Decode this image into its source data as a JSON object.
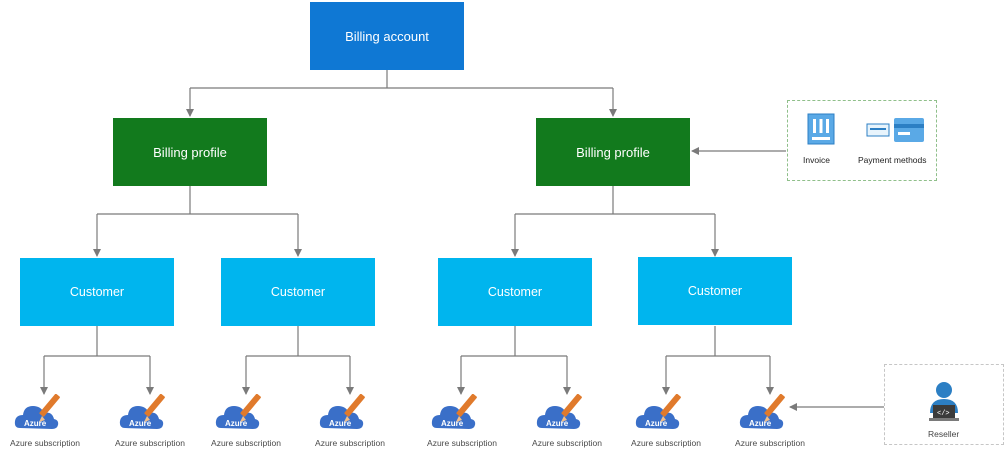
{
  "billing_account": {
    "label": "Billing account"
  },
  "billing_profiles": [
    {
      "label": "Billing profile"
    },
    {
      "label": "Billing profile"
    }
  ],
  "customers": [
    {
      "label": "Customer"
    },
    {
      "label": "Customer"
    },
    {
      "label": "Customer"
    },
    {
      "label": "Customer"
    }
  ],
  "subscriptions": [
    {
      "icon_text": "Azure",
      "label": "Azure subscription"
    },
    {
      "icon_text": "Azure",
      "label": "Azure subscription"
    },
    {
      "icon_text": "Azure",
      "label": "Azure subscription"
    },
    {
      "icon_text": "Azure",
      "label": "Azure subscription"
    },
    {
      "icon_text": "Azure",
      "label": "Azure subscription"
    },
    {
      "icon_text": "Azure",
      "label": "Azure subscription"
    },
    {
      "icon_text": "Azure",
      "label": "Azure subscription"
    },
    {
      "icon_text": "Azure",
      "label": "Azure subscription"
    }
  ],
  "profile_details": {
    "invoice": {
      "label": "Invoice",
      "icon": "invoice-icon"
    },
    "payment_methods": {
      "label": "Payment methods",
      "icon": "payment-methods-icon"
    }
  },
  "reseller": {
    "label": "Reseller",
    "icon": "reseller-icon"
  },
  "colors": {
    "billing_account": "#0f78d4",
    "billing_profile": "#127a1d",
    "customer": "#00b5ee",
    "connector": "#7a7a7a",
    "azure_cloud": "#3a6fc8",
    "pencil": "#e07a2c"
  }
}
